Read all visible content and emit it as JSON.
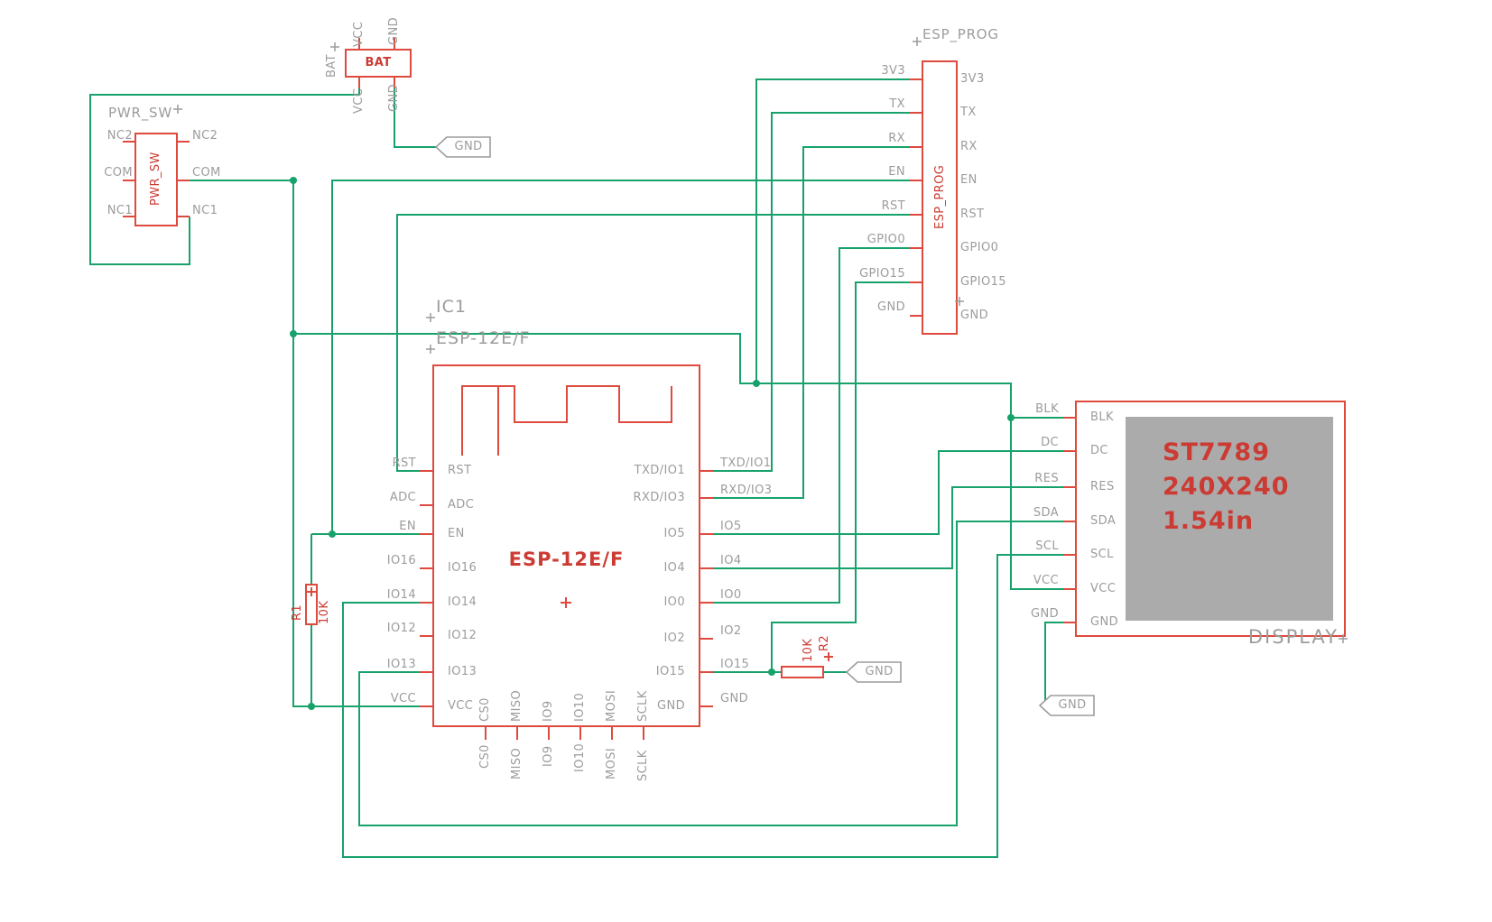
{
  "colors": {
    "wire_green": "#17a26c",
    "component_red": "#de4a3e",
    "red_text": "#cc3b33",
    "label_gray": "#9c9c9c",
    "screen_gray": "#ababab"
  },
  "bat": {
    "title": "BAT",
    "side_label": "BAT",
    "pin_names_top": [
      "VCC",
      "GND"
    ],
    "net_labels_bottom": [
      "VCC",
      "GND"
    ]
  },
  "pwr_sw": {
    "title": "PWR_SW",
    "inner_label": "PWR_SW",
    "pins_left": [
      "NC2",
      "COM",
      "NC1"
    ],
    "pins_right": [
      "NC2",
      "COM",
      "NC1"
    ]
  },
  "esp_prog": {
    "title": "ESP_PROG",
    "inner_label": "ESP_PROG",
    "net_labels": [
      "3V3",
      "TX",
      "RX",
      "EN",
      "RST",
      "GPIO0",
      "GPIO15",
      "GND"
    ],
    "pin_names": [
      "3V3",
      "TX",
      "RX",
      "EN",
      "RST",
      "GPIO0",
      "GPIO15",
      "GND"
    ]
  },
  "ic1": {
    "ref": "IC1",
    "value": "ESP-12E/F",
    "inner_label": "ESP-12E/F",
    "left_pin_names": [
      "RST",
      "ADC",
      "EN",
      "IO16",
      "IO14",
      "IO12",
      "IO13",
      "VCC"
    ],
    "left_net_labels": [
      "RST",
      "ADC",
      "EN",
      "IO16",
      "IO14",
      "IO12",
      "IO13",
      "VCC"
    ],
    "right_pin_names": [
      "TXD/IO1",
      "RXD/IO3",
      "IO5",
      "IO4",
      "IO0",
      "IO2",
      "IO15",
      "GND"
    ],
    "right_net_labels": [
      "TXD/IO1",
      "RXD/IO3",
      "IO5",
      "IO4",
      "IO0",
      "IO2",
      "IO15",
      "GND"
    ],
    "bottom_pin_names": [
      "CS0",
      "MISO",
      "IO9",
      "IO10",
      "MOSI",
      "SCLK"
    ],
    "bottom_net_labels": [
      "CS0",
      "MISO",
      "IO9",
      "IO10",
      "MOSI",
      "SCLK"
    ]
  },
  "r1": {
    "ref": "R1",
    "value": "10K"
  },
  "r2": {
    "ref": "R2",
    "value": "10K"
  },
  "display": {
    "title": "DISPLAY",
    "screen_lines": [
      "ST7789",
      "240X240",
      "1.54in"
    ],
    "pin_names": [
      "BLK",
      "DC",
      "RES",
      "SDA",
      "SCL",
      "VCC",
      "GND"
    ],
    "net_labels": [
      "BLK",
      "DC",
      "RES",
      "SDA",
      "SCL",
      "VCC",
      "GND"
    ]
  },
  "gnd_flags": {
    "bat": "GND",
    "r2": "GND",
    "display": "GND"
  }
}
